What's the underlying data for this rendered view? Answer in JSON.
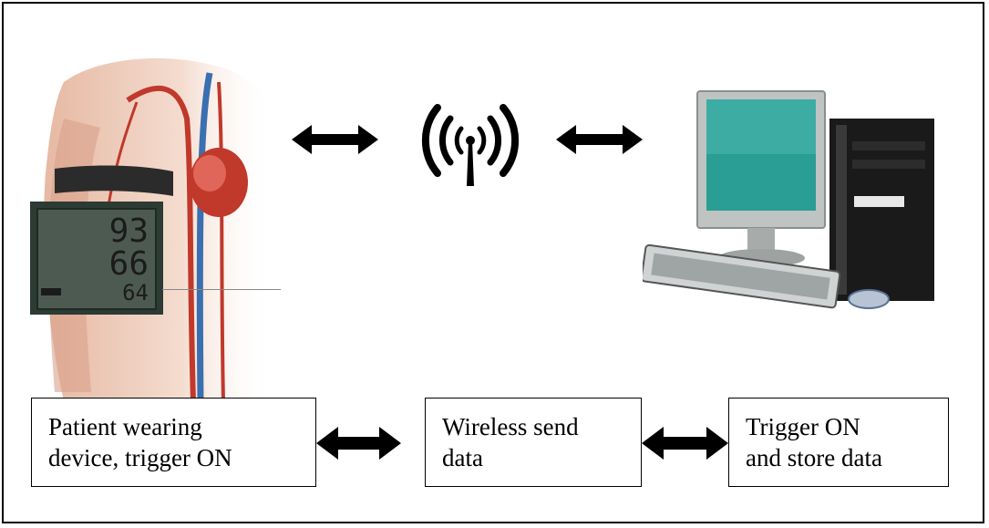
{
  "monitor_display": {
    "line1": "93",
    "line2": "66",
    "line3": "64"
  },
  "steps": [
    {
      "line1": "Patient wearing",
      "line2": "device, trigger ON"
    },
    {
      "line1": "Wireless send",
      "line2": "data"
    },
    {
      "line1": "Trigger ON",
      "line2": "and store data"
    }
  ],
  "icons": [
    "patient-arm-icon",
    "blood-pressure-monitor-icon",
    "wireless-signal-icon",
    "desktop-computer-icon",
    "double-arrow-icon"
  ],
  "colors": {
    "border": "#000000",
    "screen": "#2a9d94",
    "tower": "#1a1a1a",
    "artery": "#c0392b",
    "vein": "#3a6fb0"
  }
}
